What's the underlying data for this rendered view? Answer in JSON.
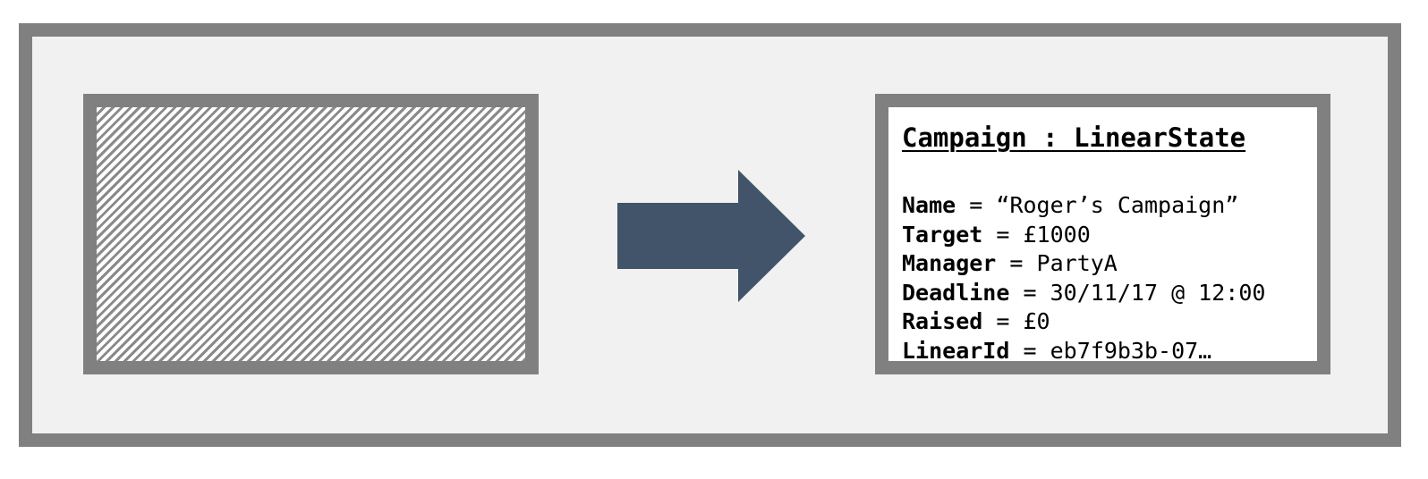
{
  "state": {
    "title": "Campaign : LinearState",
    "separator": "=",
    "properties": [
      {
        "key": "Name",
        "value": "“Roger’s Campaign”"
      },
      {
        "key": "Target",
        "value": "£1000"
      },
      {
        "key": "Manager",
        "value": "PartyA"
      },
      {
        "key": "Deadline",
        "value": "30/11/17 @ 12:00"
      },
      {
        "key": "Raised",
        "value": "£0"
      },
      {
        "key": "LinearId",
        "value": "eb7f9b3b-07…"
      }
    ]
  },
  "colors": {
    "frame_border": "#808080",
    "frame_fill": "#f1f1f1",
    "arrow": "#41546a",
    "hatch": "#8a8a8a"
  }
}
